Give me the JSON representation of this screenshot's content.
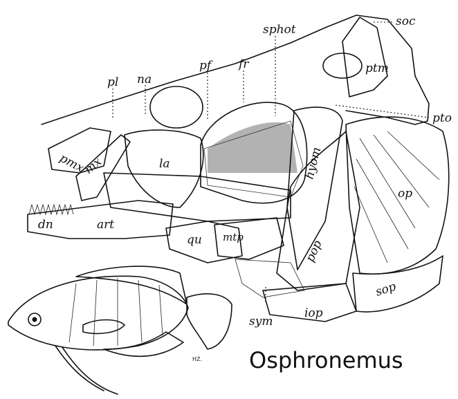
{
  "figure": {
    "genus_caption": "Osphronemus",
    "artist_initials": "HZ.",
    "labels": {
      "soc": "soc",
      "sphot": "sphot",
      "pf": "pf",
      "fr": "fr",
      "pl": "pl",
      "na": "na",
      "ptm": "ptm",
      "pto": "pto",
      "pmx": "pmx",
      "mx": "mx",
      "la": "la",
      "hyom": "hyom",
      "op": "op",
      "dn": "dn",
      "art": "art",
      "qu": "qu",
      "mtp": "mtp",
      "pop": "pop",
      "sop": "sop",
      "sym": "sym",
      "iop": "iop"
    }
  }
}
